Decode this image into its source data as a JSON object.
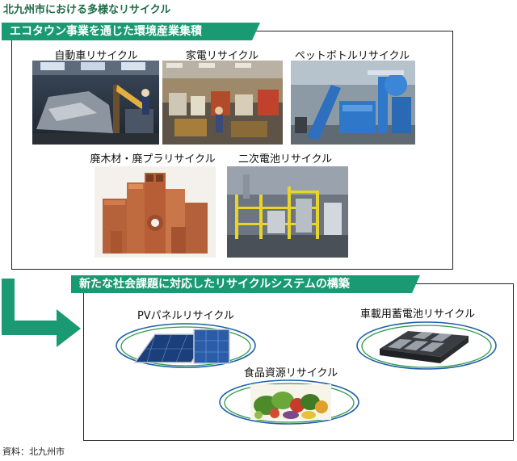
{
  "page_title": "北九州市における多様なリサイクル",
  "section1": {
    "banner": "エコタウン事業を通じた環境産業集積",
    "items": [
      {
        "label": "自動車リサイクル"
      },
      {
        "label": "家電リサイクル"
      },
      {
        "label": "ペットボトルリサイクル"
      },
      {
        "label": "廃木材・廃プラリサイクル"
      },
      {
        "label": "二次電池リサイクル"
      }
    ]
  },
  "section2": {
    "banner": "新たな社会課題に対応したリサイクルシステムの構築",
    "items": [
      {
        "label": "PVパネルリサイクル"
      },
      {
        "label": "車載用蓄電池リサイクル"
      },
      {
        "label": "食品資源リサイクル"
      }
    ]
  },
  "footnote": "資料：北九州市",
  "colors": {
    "banner": "#1a9a72",
    "arrow": "#1a9a72",
    "ellipse_blue": "#1f5fa8",
    "ellipse_green": "#2e9a4a",
    "title": "#1e6b4a"
  }
}
